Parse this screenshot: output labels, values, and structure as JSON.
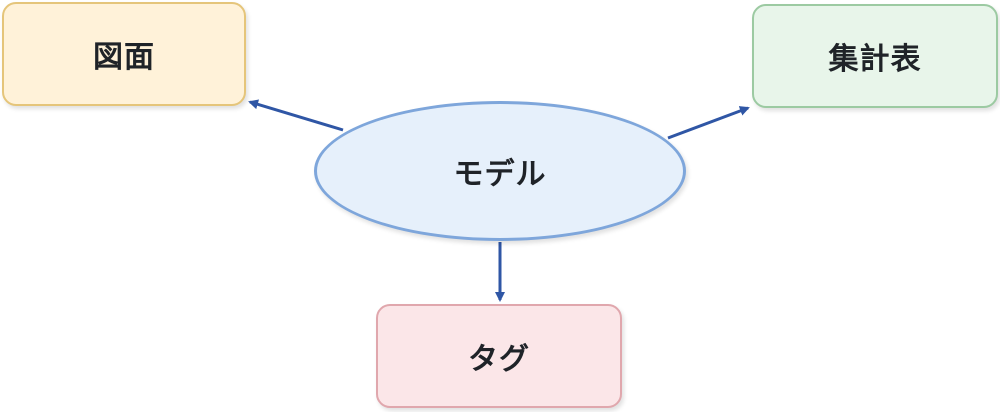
{
  "center": {
    "label": "モデル",
    "fill": "#e6f0fb",
    "stroke": "#7ea6db"
  },
  "nodes": {
    "zumen": {
      "label": "図面",
      "fill": "#fff2d9",
      "stroke": "#e5c57a"
    },
    "shukei": {
      "label": "集計表",
      "fill": "#e8f5ea",
      "stroke": "#9ccaa2"
    },
    "tag": {
      "label": "タグ",
      "fill": "#fbe6e8",
      "stroke": "#e0a7ad"
    }
  },
  "edge_color": "#2f56a5"
}
